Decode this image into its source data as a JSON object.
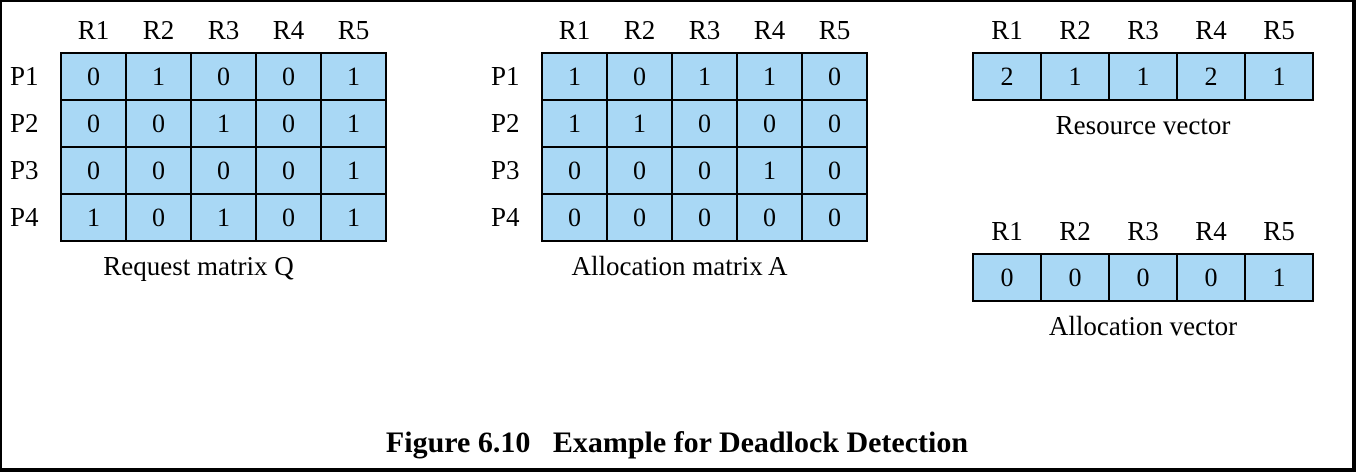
{
  "caption": "Figure 6.10   Example for Deadlock Detection",
  "request_matrix": {
    "title": "Request matrix Q",
    "col_headers": [
      "R1",
      "R2",
      "R3",
      "R4",
      "R5"
    ],
    "row_headers": [
      "P1",
      "P2",
      "P3",
      "P4"
    ],
    "rows": [
      [
        0,
        1,
        0,
        0,
        1
      ],
      [
        0,
        0,
        1,
        0,
        1
      ],
      [
        0,
        0,
        0,
        0,
        1
      ],
      [
        1,
        0,
        1,
        0,
        1
      ]
    ]
  },
  "allocation_matrix": {
    "title": "Allocation matrix A",
    "col_headers": [
      "R1",
      "R2",
      "R3",
      "R4",
      "R5"
    ],
    "row_headers": [
      "P1",
      "P2",
      "P3",
      "P4"
    ],
    "rows": [
      [
        1,
        0,
        1,
        1,
        0
      ],
      [
        1,
        1,
        0,
        0,
        0
      ],
      [
        0,
        0,
        0,
        1,
        0
      ],
      [
        0,
        0,
        0,
        0,
        0
      ]
    ]
  },
  "resource_vector": {
    "title": "Resource vector",
    "col_headers": [
      "R1",
      "R2",
      "R3",
      "R4",
      "R5"
    ],
    "values": [
      2,
      1,
      1,
      2,
      1
    ]
  },
  "allocation_vector": {
    "title": "Allocation vector",
    "col_headers": [
      "R1",
      "R2",
      "R3",
      "R4",
      "R5"
    ],
    "values": [
      0,
      0,
      0,
      0,
      1
    ]
  },
  "colors": {
    "cell_fill": "#a9d8f5",
    "border": "#000000"
  }
}
